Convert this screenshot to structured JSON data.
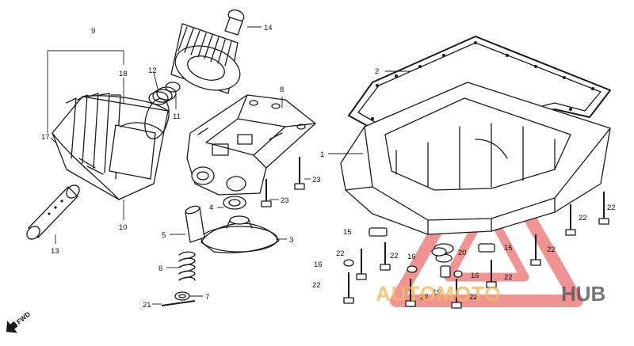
{
  "diagram": {
    "orientation_label": "FWD",
    "labels": [
      {
        "id": "p9",
        "text": "9"
      },
      {
        "id": "p14",
        "text": "14"
      },
      {
        "id": "p18",
        "text": "18"
      },
      {
        "id": "p12",
        "text": "12"
      },
      {
        "id": "p11",
        "text": "11"
      },
      {
        "id": "p17",
        "text": "17"
      },
      {
        "id": "p10",
        "text": "10"
      },
      {
        "id": "p13",
        "text": "13"
      },
      {
        "id": "p8",
        "text": "8"
      },
      {
        "id": "p2",
        "text": "2"
      },
      {
        "id": "p1",
        "text": "1"
      },
      {
        "id": "p23a",
        "text": "23"
      },
      {
        "id": "p23b",
        "text": "23"
      },
      {
        "id": "p4",
        "text": "4"
      },
      {
        "id": "p5",
        "text": "5"
      },
      {
        "id": "p3",
        "text": "3"
      },
      {
        "id": "p6",
        "text": "6"
      },
      {
        "id": "p7",
        "text": "7"
      },
      {
        "id": "p21",
        "text": "21"
      },
      {
        "id": "p15a",
        "text": "15"
      },
      {
        "id": "p15b",
        "text": "15"
      },
      {
        "id": "p22a",
        "text": "22"
      },
      {
        "id": "p22b",
        "text": "22"
      },
      {
        "id": "p22c",
        "text": "22"
      },
      {
        "id": "p22d",
        "text": "22"
      },
      {
        "id": "p22e",
        "text": "22"
      },
      {
        "id": "p22f",
        "text": "22"
      },
      {
        "id": "p22g",
        "text": "22"
      },
      {
        "id": "p22h",
        "text": "22"
      },
      {
        "id": "p22i",
        "text": "22"
      },
      {
        "id": "p16a",
        "text": "16"
      },
      {
        "id": "p16b",
        "text": "16"
      },
      {
        "id": "p16c",
        "text": "16"
      },
      {
        "id": "p20",
        "text": "20"
      },
      {
        "id": "p19",
        "text": "19"
      }
    ]
  },
  "watermark": {
    "text_left": "AUTOMOTO",
    "text_right": "HUB",
    "color_primary": "#e33b3b",
    "color_secondary": "#f2b95e",
    "color_dark": "#555555"
  }
}
